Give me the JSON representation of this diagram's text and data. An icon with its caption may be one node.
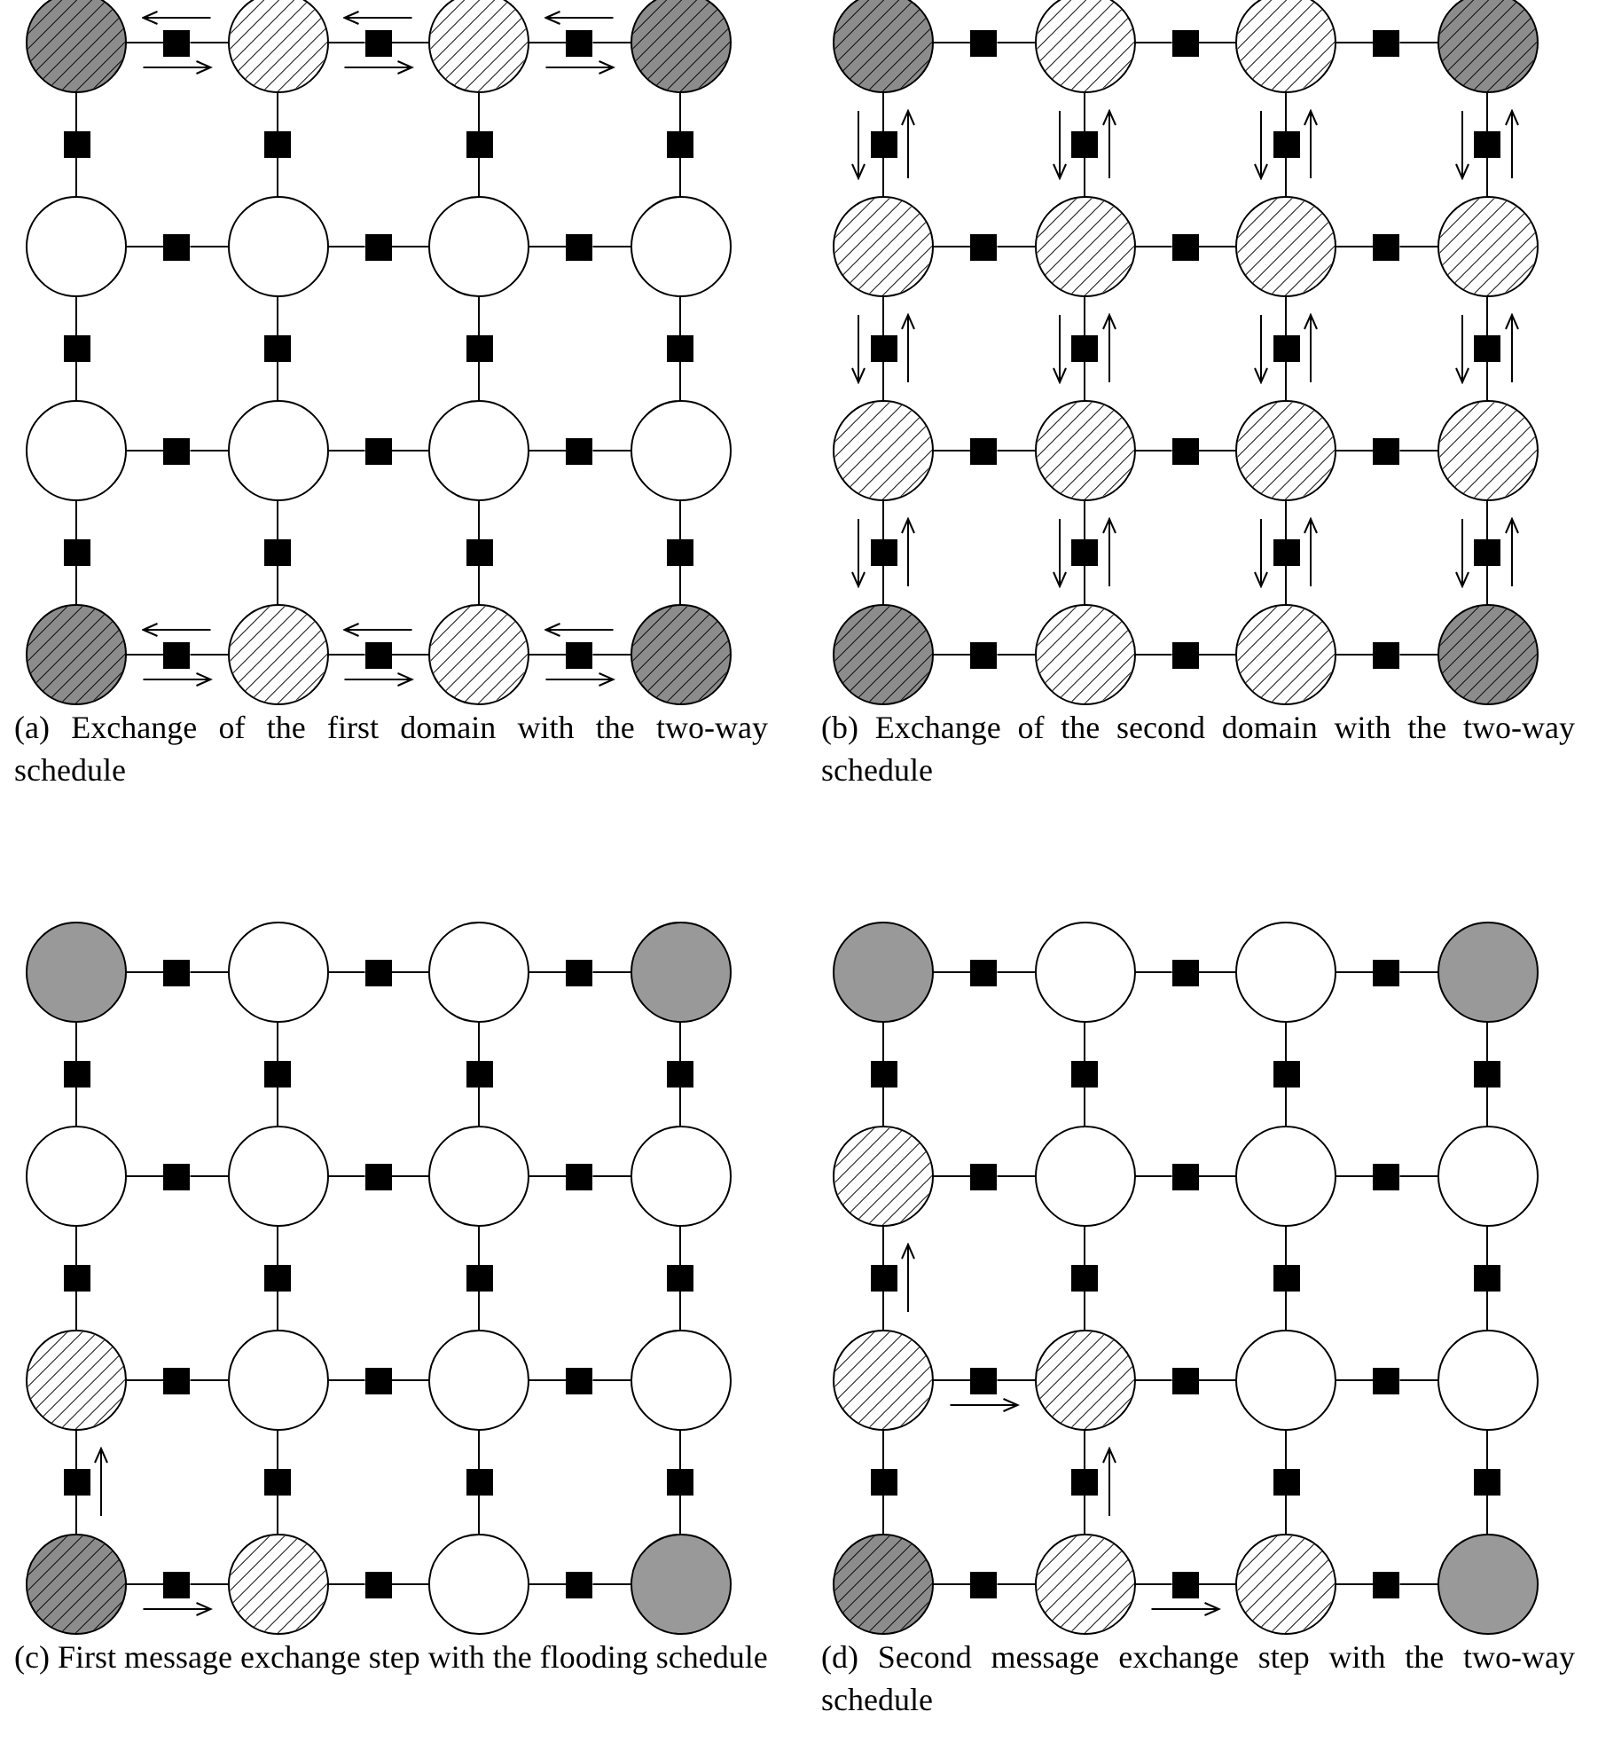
{
  "diagram": {
    "nodes": [
      {
        "text": [],
        "shape": "circle"
      },
      {
        "text": [],
        "shape": "box"
      },
      {
        "text": [],
        "shape": "circle"
      },
      {
        "text": [],
        "shape": "box"
      },
      {
        "text": [],
        "shape": "circle"
      },
      {
        "text": [],
        "shape": "box"
      },
      {
        "text": [],
        "shape": "circle"
      },
      {
        "text": [],
        "shape": "box"
      },
      {
        "text": [],
        "shape": "box"
      },
      {
        "text": [],
        "shape": "box"
      },
      {
        "text": [],
        "shape": "box"
      },
      {
        "text": [],
        "shape": "circle"
      },
      {
        "text": [],
        "shape": "box"
      },
      {
        "text": [],
        "shape": "circle"
      },
      {
        "text": [],
        "shape": "box"
      },
      {
        "text": [],
        "shape": "circle"
      },
      {
        "text": [],
        "shape": "box"
      },
      {
        "text": [],
        "shape": "circle"
      },
      {
        "text": [],
        "shape": "box"
      },
      {
        "text": [],
        "shape": "box"
      },
      {
        "text": [],
        "shape": "box"
      },
      {
        "text": [],
        "shape": "box"
      },
      {
        "text": [],
        "shape": "circle"
      },
      {
        "text": [],
        "shape": "box"
      },
      {
        "text": [],
        "shape": "circle"
      },
      {
        "text": [],
        "shape": "box"
      },
      {
        "text": [],
        "shape": "circle"
      },
      {
        "text": [],
        "shape": "box"
      },
      {
        "text": [],
        "shape": "circle"
      },
      {
        "text": [],
        "shape": "box"
      },
      {
        "text": [],
        "shape": "box"
      },
      {
        "text": [],
        "shape": "box"
      },
      {
        "text": [],
        "shape": "box"
      },
      {
        "text": [],
        "shape": "circle"
      },
      {
        "text": [],
        "shape": "box"
      },
      {
        "text": [],
        "shape": "circle"
      },
      {
        "text": [],
        "shape": "box"
      },
      {
        "text": [],
        "shape": "circle"
      },
      {
        "text": [],
        "shape": "box"
      },
      {
        "text": [],
        "shape": "circle"
      },
      {
        "text": [],
        "shape": "circle"
      },
      {
        "text": [],
        "shape": "box"
      },
      {
        "text": [],
        "shape": "circle"
      },
      {
        "text": [],
        "shape": "box"
      },
      {
        "text": [],
        "shape": "circle"
      },
      {
        "text": [],
        "shape": "box"
      },
      {
        "text": [],
        "shape": "circle"
      },
      {
        "text": [],
        "shape": "box"
      },
      {
        "text": [],
        "shape": "box"
      },
      {
        "text": [],
        "shape": "box"
      },
      {
        "text": [],
        "shape": "box"
      },
      {
        "text": [],
        "shape": "circle"
      },
      {
        "text": [],
        "shape": "box"
      },
      {
        "text": [],
        "shape": "circle"
      },
      {
        "text": [],
        "shape": "box"
      },
      {
        "text": [],
        "shape": "circle"
      },
      {
        "text": [],
        "shape": "box"
      },
      {
        "text": [],
        "shape": "circle"
      },
      {
        "text": [],
        "shape": "box"
      },
      {
        "text": [],
        "shape": "box"
      },
      {
        "text": [],
        "shape": "box"
      },
      {
        "text": [],
        "shape": "box"
      },
      {
        "text": [],
        "shape": "circle"
      },
      {
        "text": [],
        "shape": "box"
      },
      {
        "text": [],
        "shape": "circle"
      },
      {
        "text": [],
        "shape": "box"
      },
      {
        "text": [],
        "shape": "circle"
      },
      {
        "text": [],
        "shape": "box"
      },
      {
        "text": [],
        "shape": "circle"
      },
      {
        "text": [],
        "shape": "box"
      },
      {
        "text": [],
        "shape": "box"
      },
      {
        "text": [],
        "shape": "box"
      },
      {
        "text": [],
        "shape": "box"
      },
      {
        "text": [],
        "shape": "circle"
      },
      {
        "text": [],
        "shape": "box"
      },
      {
        "text": [],
        "shape": "circle"
      },
      {
        "text": [],
        "shape": "box"
      },
      {
        "text": [],
        "shape": "circle"
      },
      {
        "text": [],
        "shape": "box"
      },
      {
        "text": [],
        "shape": "circle"
      },
      {
        "text": [],
        "shape": "circle"
      },
      {
        "text": [],
        "shape": "box"
      },
      {
        "text": [],
        "shape": "circle"
      },
      {
        "text": [],
        "shape": "box"
      },
      {
        "text": [],
        "shape": "circle"
      },
      {
        "text": [],
        "shape": "box"
      },
      {
        "text": [],
        "shape": "circle"
      },
      {
        "text": [],
        "shape": "box"
      },
      {
        "text": [],
        "shape": "box"
      },
      {
        "text": [],
        "shape": "box"
      },
      {
        "text": [],
        "shape": "box"
      },
      {
        "text": [],
        "shape": "circle"
      },
      {
        "text": [],
        "shape": "box"
      },
      {
        "text": [],
        "shape": "circle"
      },
      {
        "text": [],
        "shape": "box"
      },
      {
        "text": [],
        "shape": "circle"
      },
      {
        "text": [],
        "shape": "box"
      },
      {
        "text": [],
        "shape": "circle"
      },
      {
        "text": [],
        "shape": "box"
      },
      {
        "text": [],
        "shape": "box"
      },
      {
        "text": [],
        "shape": "box"
      },
      {
        "text": [],
        "shape": "box"
      },
      {
        "text": [],
        "shape": "circle"
      },
      {
        "text": [],
        "shape": "box"
      },
      {
        "text": [],
        "shape": "circle"
      },
      {
        "text": [],
        "shape": "box"
      },
      {
        "text": [],
        "shape": "circle"
      },
      {
        "text": [],
        "shape": "box"
      },
      {
        "text": [],
        "shape": "circle"
      },
      {
        "text": [],
        "shape": "box"
      },
      {
        "text": [],
        "shape": "box"
      },
      {
        "text": [],
        "shape": "box"
      },
      {
        "text": [],
        "shape": "box"
      },
      {
        "text": [],
        "shape": "circle"
      },
      {
        "text": [],
        "shape": "box"
      },
      {
        "text": [],
        "shape": "circle"
      },
      {
        "text": [],
        "shape": "box"
      },
      {
        "text": [],
        "shape": "circle"
      },
      {
        "text": [],
        "shape": "box"
      },
      {
        "text": [],
        "shape": "circle"
      },
      {
        "text": [],
        "shape": "circle"
      },
      {
        "text": [],
        "shape": "box"
      },
      {
        "text": [],
        "shape": "circle"
      },
      {
        "text": [],
        "shape": "box"
      },
      {
        "text": [],
        "shape": "circle"
      },
      {
        "text": [],
        "shape": "box"
      },
      {
        "text": [],
        "shape": "circle"
      },
      {
        "text": [],
        "shape": "box"
      },
      {
        "text": [],
        "shape": "box"
      },
      {
        "text": [],
        "shape": "box"
      },
      {
        "text": [],
        "shape": "box"
      },
      {
        "text": [],
        "shape": "circle"
      },
      {
        "text": [],
        "shape": "box"
      },
      {
        "text": [],
        "shape": "circle"
      },
      {
        "text": [],
        "shape": "box"
      },
      {
        "text": [],
        "shape": "circle"
      },
      {
        "text": [],
        "shape": "box"
      },
      {
        "text": [],
        "shape": "circle"
      },
      {
        "text": [],
        "shape": "box"
      },
      {
        "text": [],
        "shape": "box"
      },
      {
        "text": [],
        "shape": "box"
      },
      {
        "text": [],
        "shape": "box"
      },
      {
        "text": [],
        "shape": "circle"
      },
      {
        "text": [],
        "shape": "box"
      },
      {
        "text": [],
        "shape": "circle"
      },
      {
        "text": [],
        "shape": "box"
      },
      {
        "text": [],
        "shape": "circle"
      },
      {
        "text": [],
        "shape": "box"
      },
      {
        "text": [],
        "shape": "circle"
      },
      {
        "text": [],
        "shape": "box"
      },
      {
        "text": [],
        "shape": "box"
      },
      {
        "text": [],
        "shape": "box"
      },
      {
        "text": [],
        "shape": "box"
      },
      {
        "text": [],
        "shape": "circle"
      },
      {
        "text": [],
        "shape": "box"
      },
      {
        "text": [],
        "shape": "circle"
      },
      {
        "text": [],
        "shape": "box"
      },
      {
        "text": [],
        "shape": "circle"
      },
      {
        "text": [],
        "shape": "box"
      },
      {
        "text": [],
        "shape": "circle"
      }
    ],
    "edges": [
      {
        "from": 0,
        "to": 1,
        "arrow": "none"
      },
      {
        "from": 1,
        "to": 2,
        "arrow": "none"
      },
      {
        "from": 2,
        "to": 3,
        "arrow": "none"
      },
      {
        "from": 3,
        "to": 4,
        "arrow": "none"
      },
      {
        "from": 4,
        "to": 5,
        "arrow": "none"
      },
      {
        "from": 5,
        "to": 6,
        "arrow": "none"
      },
      {
        "from": 0,
        "to": 7,
        "arrow": "none"
      },
      {
        "from": 7,
        "to": 11,
        "arrow": "none"
      },
      {
        "from": 2,
        "to": 8,
        "arrow": "none"
      },
      {
        "from": 8,
        "to": 13,
        "arrow": "none"
      },
      {
        "from": 4,
        "to": 9,
        "arrow": "none"
      },
      {
        "from": 9,
        "to": 15,
        "arrow": "none"
      },
      {
        "from": 6,
        "to": 10,
        "arrow": "none"
      },
      {
        "from": 10,
        "to": 17,
        "arrow": "none"
      },
      {
        "from": 11,
        "to": 12,
        "arrow": "none"
      },
      {
        "from": 12,
        "to": 13,
        "arrow": "none"
      },
      {
        "from": 13,
        "to": 14,
        "arrow": "none"
      },
      {
        "from": 14,
        "to": 15,
        "arrow": "none"
      },
      {
        "from": 15,
        "to": 16,
        "arrow": "none"
      },
      {
        "from": 16,
        "to": 17,
        "arrow": "none"
      },
      {
        "from": 11,
        "to": 18,
        "arrow": "none"
      },
      {
        "from": 18,
        "to": 22,
        "arrow": "none"
      },
      {
        "from": 13,
        "to": 19,
        "arrow": "none"
      },
      {
        "from": 19,
        "to": 24,
        "arrow": "none"
      },
      {
        "from": 15,
        "to": 20,
        "arrow": "none"
      },
      {
        "from": 20,
        "to": 26,
        "arrow": "none"
      },
      {
        "from": 17,
        "to": 21,
        "arrow": "none"
      },
      {
        "from": 21,
        "to": 28,
        "arrow": "none"
      },
      {
        "from": 22,
        "to": 23,
        "arrow": "none"
      },
      {
        "from": 23,
        "to": 24,
        "arrow": "none"
      },
      {
        "from": 24,
        "to": 25,
        "arrow": "none"
      },
      {
        "from": 25,
        "to": 26,
        "arrow": "none"
      },
      {
        "from": 26,
        "to": 27,
        "arrow": "none"
      },
      {
        "from": 27,
        "to": 28,
        "arrow": "none"
      },
      {
        "from": 22,
        "to": 29,
        "arrow": "none"
      },
      {
        "from": 29,
        "to": 33,
        "arrow": "none"
      },
      {
        "from": 24,
        "to": 30,
        "arrow": "none"
      },
      {
        "from": 30,
        "to": 35,
        "arrow": "none"
      },
      {
        "from": 26,
        "to": 31,
        "arrow": "none"
      },
      {
        "from": 31,
        "to": 37,
        "arrow": "none"
      },
      {
        "from": 28,
        "to": 32,
        "arrow": "none"
      },
      {
        "from": 32,
        "to": 39,
        "arrow": "none"
      },
      {
        "from": 33,
        "to": 34,
        "arrow": "none"
      },
      {
        "from": 34,
        "to": 35,
        "arrow": "none"
      },
      {
        "from": 35,
        "to": 36,
        "arrow": "none"
      },
      {
        "from": 36,
        "to": 37,
        "arrow": "none"
      },
      {
        "from": 37,
        "to": 38,
        "arrow": "none"
      },
      {
        "from": 38,
        "to": 39,
        "arrow": "none"
      },
      {
        "from": 40,
        "to": 41,
        "arrow": "none"
      },
      {
        "from": 41,
        "to": 42,
        "arrow": "none"
      },
      {
        "from": 42,
        "to": 43,
        "arrow": "none"
      },
      {
        "from": 43,
        "to": 44,
        "arrow": "none"
      },
      {
        "from": 44,
        "to": 45,
        "arrow": "none"
      },
      {
        "from": 45,
        "to": 46,
        "arrow": "none"
      },
      {
        "from": 40,
        "to": 47,
        "arrow": "none"
      },
      {
        "from": 47,
        "to": 51,
        "arrow": "none"
      },
      {
        "from": 42,
        "to": 48,
        "arrow": "none"
      },
      {
        "from": 48,
        "to": 53,
        "arrow": "none"
      },
      {
        "from": 44,
        "to": 49,
        "arrow": "none"
      },
      {
        "from": 49,
        "to": 55,
        "arrow": "none"
      },
      {
        "from": 46,
        "to": 50,
        "arrow": "none"
      },
      {
        "from": 50,
        "to": 57,
        "arrow": "none"
      },
      {
        "from": 51,
        "to": 52,
        "arrow": "none"
      },
      {
        "from": 52,
        "to": 53,
        "arrow": "none"
      },
      {
        "from": 53,
        "to": 54,
        "arrow": "none"
      },
      {
        "from": 54,
        "to": 55,
        "arrow": "none"
      },
      {
        "from": 55,
        "to": 56,
        "arrow": "none"
      },
      {
        "from": 56,
        "to": 57,
        "arrow": "none"
      },
      {
        "from": 51,
        "to": 58,
        "arrow": "none"
      },
      {
        "from": 58,
        "to": 62,
        "arrow": "none"
      },
      {
        "from": 53,
        "to": 59,
        "arrow": "none"
      },
      {
        "from": 59,
        "to": 64,
        "arrow": "none"
      },
      {
        "from": 55,
        "to": 60,
        "arrow": "none"
      },
      {
        "from": 60,
        "to": 66,
        "arrow": "none"
      },
      {
        "from": 57,
        "to": 61,
        "arrow": "none"
      },
      {
        "from": 61,
        "to": 68,
        "arrow": "none"
      },
      {
        "from": 62,
        "to": 63,
        "arrow": "none"
      },
      {
        "from": 63,
        "to": 64,
        "arrow": "none"
      },
      {
        "from": 64,
        "to": 65,
        "arrow": "none"
      },
      {
        "from": 65,
        "to": 66,
        "arrow": "none"
      },
      {
        "from": 66,
        "to": 67,
        "arrow": "none"
      },
      {
        "from": 67,
        "to": 68,
        "arrow": "none"
      },
      {
        "from": 62,
        "to": 69,
        "arrow": "none"
      },
      {
        "from": 69,
        "to": 73,
        "arrow": "none"
      },
      {
        "from": 64,
        "to": 70,
        "arrow": "none"
      },
      {
        "from": 70,
        "to": 75,
        "arrow": "none"
      },
      {
        "from": 66,
        "to": 71,
        "arrow": "none"
      },
      {
        "from": 71,
        "to": 77,
        "arrow": "none"
      },
      {
        "from": 68,
        "to": 72,
        "arrow": "none"
      },
      {
        "from": 72,
        "to": 79,
        "arrow": "none"
      },
      {
        "from": 73,
        "to": 74,
        "arrow": "none"
      },
      {
        "from": 74,
        "to": 75,
        "arrow": "none"
      },
      {
        "from": 75,
        "to": 76,
        "arrow": "none"
      },
      {
        "from": 76,
        "to": 77,
        "arrow": "none"
      },
      {
        "from": 77,
        "to": 78,
        "arrow": "none"
      },
      {
        "from": 78,
        "to": 79,
        "arrow": "none"
      },
      {
        "from": 80,
        "to": 81,
        "arrow": "none"
      },
      {
        "from": 81,
        "to": 82,
        "arrow": "none"
      },
      {
        "from": 82,
        "to": 83,
        "arrow": "none"
      },
      {
        "from": 83,
        "to": 84,
        "arrow": "none"
      },
      {
        "from": 84,
        "to": 85,
        "arrow": "none"
      },
      {
        "from": 85,
        "to": 86,
        "arrow": "none"
      },
      {
        "from": 80,
        "to": 87,
        "arrow": "none"
      },
      {
        "from": 87,
        "to": 91,
        "arrow": "none"
      },
      {
        "from": 82,
        "to": 88,
        "arrow": "none"
      },
      {
        "from": 88,
        "to": 93,
        "arrow": "none"
      },
      {
        "from": 84,
        "to": 89,
        "arrow": "none"
      },
      {
        "from": 89,
        "to": 95,
        "arrow": "none"
      },
      {
        "from": 86,
        "to": 90,
        "arrow": "none"
      },
      {
        "from": 90,
        "to": 97,
        "arrow": "none"
      },
      {
        "from": 91,
        "to": 92,
        "arrow": "none"
      },
      {
        "from": 92,
        "to": 93,
        "arrow": "none"
      },
      {
        "from": 93,
        "to": 94,
        "arrow": "none"
      },
      {
        "from": 94,
        "to": 95,
        "arrow": "none"
      },
      {
        "from": 95,
        "to": 96,
        "arrow": "none"
      },
      {
        "from": 96,
        "to": 97,
        "arrow": "none"
      },
      {
        "from": 91,
        "to": 98,
        "arrow": "none"
      },
      {
        "from": 98,
        "to": 102,
        "arrow": "none"
      },
      {
        "from": 93,
        "to": 99,
        "arrow": "none"
      },
      {
        "from": 99,
        "to": 104,
        "arrow": "none"
      },
      {
        "from": 95,
        "to": 100,
        "arrow": "none"
      },
      {
        "from": 100,
        "to": 106,
        "arrow": "none"
      },
      {
        "from": 97,
        "to": 101,
        "arrow": "none"
      },
      {
        "from": 101,
        "to": 108,
        "arrow": "none"
      },
      {
        "from": 102,
        "to": 103,
        "arrow": "none"
      },
      {
        "from": 103,
        "to": 104,
        "arrow": "none"
      },
      {
        "from": 104,
        "to": 105,
        "arrow": "none"
      },
      {
        "from": 105,
        "to": 106,
        "arrow": "none"
      },
      {
        "from": 106,
        "to": 107,
        "arrow": "none"
      },
      {
        "from": 107,
        "to": 108,
        "arrow": "none"
      },
      {
        "from": 102,
        "to": 109,
        "arrow": "none"
      },
      {
        "from": 109,
        "to": 113,
        "arrow": "none"
      },
      {
        "from": 104,
        "to": 110,
        "arrow": "none"
      },
      {
        "from": 110,
        "to": 115,
        "arrow": "none"
      },
      {
        "from": 106,
        "to": 111,
        "arrow": "none"
      },
      {
        "from": 111,
        "to": 117,
        "arrow": "none"
      },
      {
        "from": 108,
        "to": 112,
        "arrow": "none"
      },
      {
        "from": 112,
        "to": 119,
        "arrow": "none"
      },
      {
        "from": 113,
        "to": 114,
        "arrow": "none"
      },
      {
        "from": 114,
        "to": 115,
        "arrow": "none"
      },
      {
        "from": 115,
        "to": 116,
        "arrow": "none"
      },
      {
        "from": 116,
        "to": 117,
        "arrow": "none"
      },
      {
        "from": 117,
        "to": 118,
        "arrow": "none"
      },
      {
        "from": 118,
        "to": 119,
        "arrow": "none"
      },
      {
        "from": 120,
        "to": 121,
        "arrow": "none"
      },
      {
        "from": 121,
        "to": 122,
        "arrow": "none"
      },
      {
        "from": 122,
        "to": 123,
        "arrow": "none"
      },
      {
        "from": 123,
        "to": 124,
        "arrow": "none"
      },
      {
        "from": 124,
        "to": 125,
        "arrow": "none"
      },
      {
        "from": 125,
        "to": 126,
        "arrow": "none"
      },
      {
        "from": 120,
        "to": 127,
        "arrow": "none"
      },
      {
        "from": 127,
        "to": 131,
        "arrow": "none"
      },
      {
        "from": 122,
        "to": 128,
        "arrow": "none"
      },
      {
        "from": 128,
        "to": 133,
        "arrow": "none"
      },
      {
        "from": 124,
        "to": 129,
        "arrow": "none"
      },
      {
        "from": 129,
        "to": 135,
        "arrow": "none"
      },
      {
        "from": 126,
        "to": 130,
        "arrow": "none"
      },
      {
        "from": 130,
        "to": 137,
        "arrow": "none"
      },
      {
        "from": 131,
        "to": 132,
        "arrow": "none"
      },
      {
        "from": 132,
        "to": 133,
        "arrow": "none"
      },
      {
        "from": 133,
        "to": 134,
        "arrow": "none"
      },
      {
        "from": 134,
        "to": 135,
        "arrow": "none"
      },
      {
        "from": 135,
        "to": 136,
        "arrow": "none"
      },
      {
        "from": 136,
        "to": 137,
        "arrow": "none"
      },
      {
        "from": 131,
        "to": 138,
        "arrow": "none"
      },
      {
        "from": 138,
        "to": 142,
        "arrow": "none"
      },
      {
        "from": 133,
        "to": 139,
        "arrow": "none"
      },
      {
        "from": 139,
        "to": 144,
        "arrow": "none"
      },
      {
        "from": 135,
        "to": 140,
        "arrow": "none"
      },
      {
        "from": 140,
        "to": 146,
        "arrow": "none"
      },
      {
        "from": 137,
        "to": 141,
        "arrow": "none"
      },
      {
        "from": 141,
        "to": 148,
        "arrow": "none"
      },
      {
        "from": 142,
        "to": 143,
        "arrow": "none"
      },
      {
        "from": 143,
        "to": 144,
        "arrow": "none"
      },
      {
        "from": 144,
        "to": 145,
        "arrow": "none"
      },
      {
        "from": 145,
        "to": 146,
        "arrow": "none"
      },
      {
        "from": 146,
        "to": 147,
        "arrow": "none"
      },
      {
        "from": 147,
        "to": 148,
        "arrow": "none"
      },
      {
        "from": 142,
        "to": 149,
        "arrow": "none"
      },
      {
        "from": 149,
        "to": 153,
        "arrow": "none"
      },
      {
        "from": 144,
        "to": 150,
        "arrow": "none"
      },
      {
        "from": 150,
        "to": 155,
        "arrow": "none"
      },
      {
        "from": 146,
        "to": 151,
        "arrow": "none"
      },
      {
        "from": 151,
        "to": 157,
        "arrow": "none"
      },
      {
        "from": 148,
        "to": 152,
        "arrow": "none"
      },
      {
        "from": 152,
        "to": 159,
        "arrow": "none"
      },
      {
        "from": 153,
        "to": 154,
        "arrow": "none"
      },
      {
        "from": 154,
        "to": 155,
        "arrow": "none"
      },
      {
        "from": 155,
        "to": 156,
        "arrow": "none"
      },
      {
        "from": 156,
        "to": 157,
        "arrow": "none"
      },
      {
        "from": 157,
        "to": 158,
        "arrow": "none"
      },
      {
        "from": 158,
        "to": 159,
        "arrow": "none"
      }
    ],
    "labels": [
      "(a) Exchange of the first domain with the two-way schedule",
      "(b) Exchange of the second domain with the two-way schedule",
      "(c) First message exchange step with the flooding schedule",
      "(d) Second message exchange step with the two-way schedule"
    ]
  }
}
